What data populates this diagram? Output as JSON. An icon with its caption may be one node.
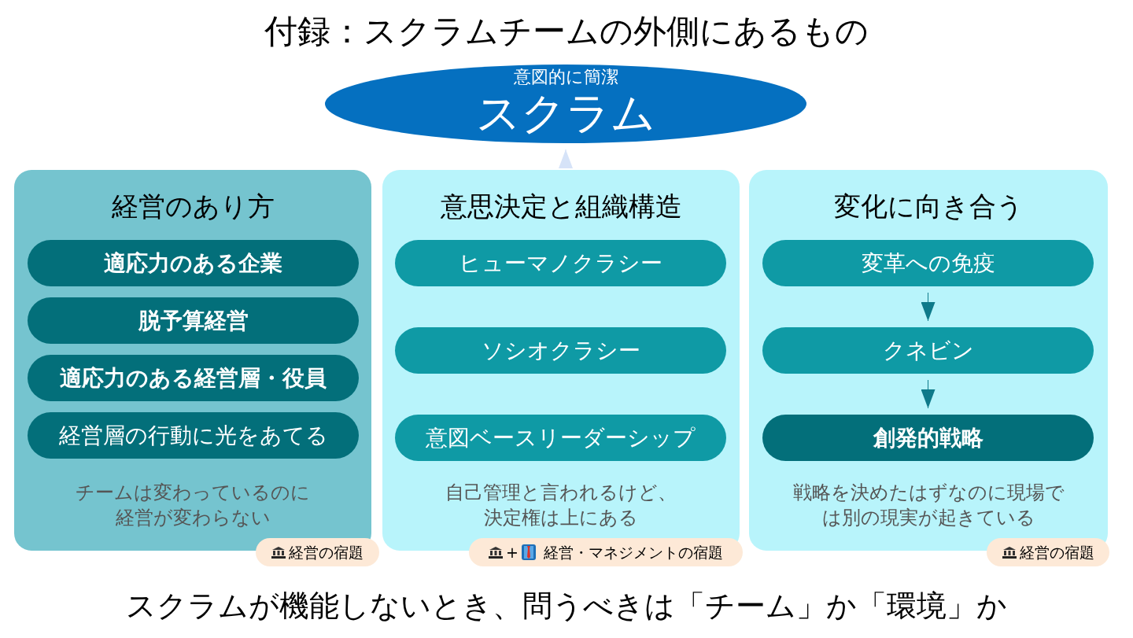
{
  "diagram": {
    "title": "付録：スクラムチームの外側にあるもの",
    "nodes": [
      {
        "text": [
          "意図的に簡潔",
          "スクラム"
        ]
      },
      {
        "text": [
          "経営のあり方",
          "チームは変わっているのに経営が変わらない"
        ]
      },
      {
        "text": [
          "適応力のある企業"
        ],
        "in": 1
      },
      {
        "text": [
          "脱予算経営"
        ],
        "in": 1
      },
      {
        "text": [
          "適応力のある経営層・役員"
        ],
        "in": 1
      },
      {
        "text": [
          "経営層の行動に光をあてる"
        ],
        "in": 1
      },
      {
        "text": [
          "意思決定と組織構造",
          "自己管理と言われるけど、決定権は上にある"
        ]
      },
      {
        "text": [
          "ヒューマノクラシー"
        ],
        "in": 6
      },
      {
        "text": [
          "ソシオクラシー"
        ],
        "in": 6
      },
      {
        "text": [
          "意図ベースリーダーシップ"
        ],
        "in": 6
      },
      {
        "text": [
          "変化に向き合う",
          "戦略を決めたはずなのに現場では別の現実が起きている"
        ]
      },
      {
        "text": [
          "変革への免疫"
        ],
        "in": 10
      },
      {
        "text": [
          "クネビン"
        ],
        "in": 10
      },
      {
        "text": [
          "創発的戦略"
        ],
        "in": 10
      },
      {
        "text": [
          "経営の宿題"
        ]
      },
      {
        "text": [
          "+",
          "経営・マネジメントの宿題"
        ]
      },
      {
        "text": [
          "経営の宿題"
        ]
      }
    ],
    "edges": [
      {
        "from": 6,
        "to": 0,
        "arrow": "to",
        "color": "#d6e3f8"
      },
      {
        "from": 11,
        "to": 12,
        "arrow": "to"
      },
      {
        "from": 12,
        "to": 13,
        "arrow": "to"
      }
    ],
    "caption": "スクラムが機能しないとき、問うべきは「チーム」か「環境」か"
  }
}
